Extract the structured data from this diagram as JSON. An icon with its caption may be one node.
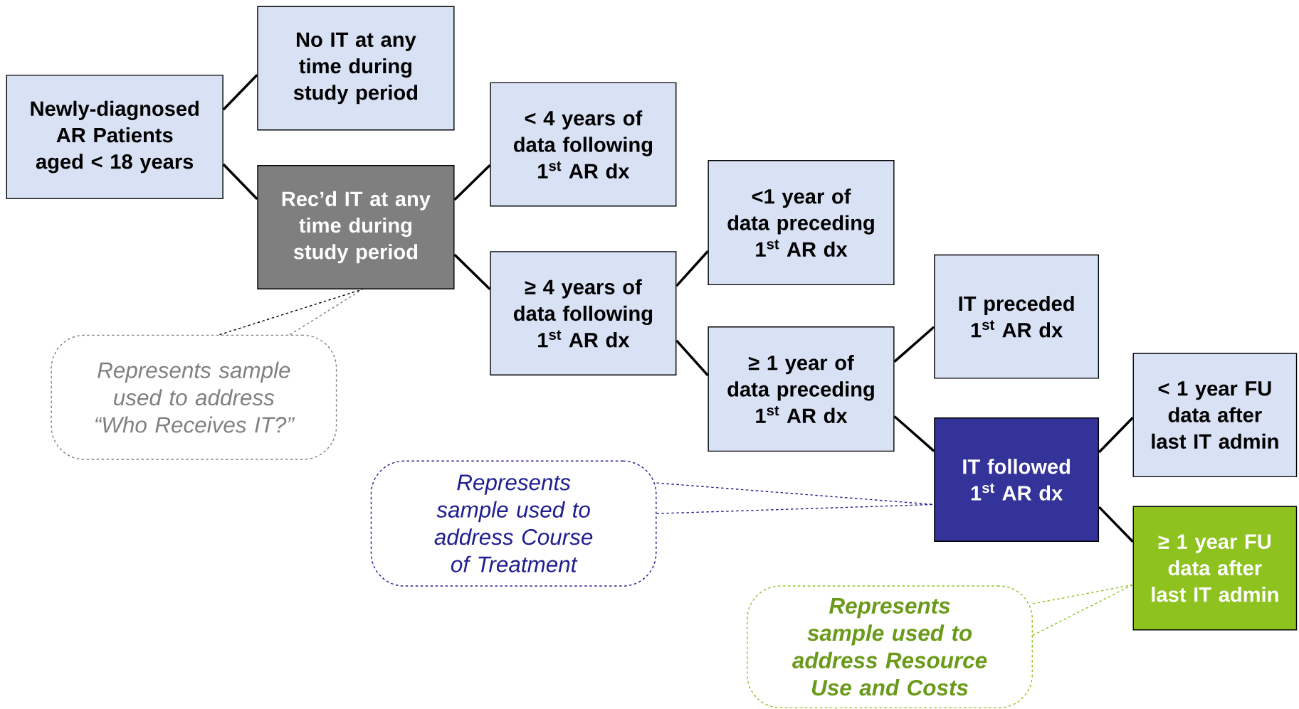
{
  "diagram": {
    "nodes": [
      {
        "text": [
          "Newly-diagnosed AR Patients aged < 18 years"
        ]
      },
      {
        "text": [
          "No IT at any time during study period"
        ]
      },
      {
        "text": [
          "Rec’d IT at any time during study period"
        ]
      },
      {
        "text": [
          "< 4 years of data following 1$^{st}$ AR dx"
        ]
      },
      {
        "text": [
          "≥ 4 years of data following 1$^{st}$ AR dx"
        ]
      },
      {
        "text": [
          "<1 year of data preceding 1$^{st}$ AR dx"
        ]
      },
      {
        "text": [
          "≥ 1 year of data preceding 1$^{st}$ AR dx"
        ]
      },
      {
        "text": [
          "IT preceded 1$^{st}$ AR dx"
        ]
      },
      {
        "text": [
          "IT followed 1$^{st}$ AR dx"
        ]
      },
      {
        "text": [
          "< 1 year FU data after last IT admin"
        ]
      },
      {
        "text": [
          "≥ 1 year FU data after last IT admin"
        ]
      },
      {
        "text": [
          "Represents sample used to address “Who Receives IT?”"
        ]
      },
      {
        "text": [
          "Represents sample used to address Course of Treatment"
        ]
      },
      {
        "text": [
          "Represents sample used to address Resource Use and Costs"
        ]
      }
    ],
    "edges": [
      {
        "from": 0,
        "to": 1,
        "arrow": "none"
      },
      {
        "from": 0,
        "to": 2,
        "arrow": "none"
      },
      {
        "from": 2,
        "to": 3,
        "arrow": "none"
      },
      {
        "from": 2,
        "to": 4,
        "arrow": "none"
      },
      {
        "from": 4,
        "to": 5,
        "arrow": "none"
      },
      {
        "from": 4,
        "to": 6,
        "arrow": "none"
      },
      {
        "from": 6,
        "to": 7,
        "arrow": "none"
      },
      {
        "from": 6,
        "to": 8,
        "arrow": "none"
      },
      {
        "from": 8,
        "to": 9,
        "arrow": "none"
      },
      {
        "from": 8,
        "to": 10,
        "arrow": "none"
      },
      {
        "from": 11,
        "to": 2,
        "arrow": "none",
        "style": "dashed",
        "color": "#000000"
      },
      {
        "from": 12,
        "to": 8,
        "arrow": "none",
        "style": "dashed",
        "color": "#1f1f8f"
      },
      {
        "from": 13,
        "to": 10,
        "arrow": "none",
        "style": "dashed",
        "color": "#8dc21f"
      }
    ]
  }
}
